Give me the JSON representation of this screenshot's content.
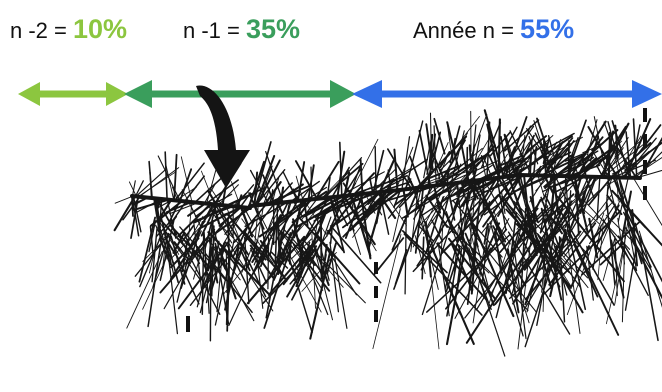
{
  "segments": [
    {
      "prefix": "n -2 = ",
      "percent": "10%",
      "color": "#8cc63f"
    },
    {
      "prefix": "n -1 = ",
      "percent": "35%",
      "color": "#3a9e5c"
    },
    {
      "prefix": "Année n = ",
      "percent": "55%",
      "color": "#3370e8"
    }
  ],
  "colors": {
    "shoot_ink": "#161616",
    "pointer_arrow": "#141414"
  }
}
